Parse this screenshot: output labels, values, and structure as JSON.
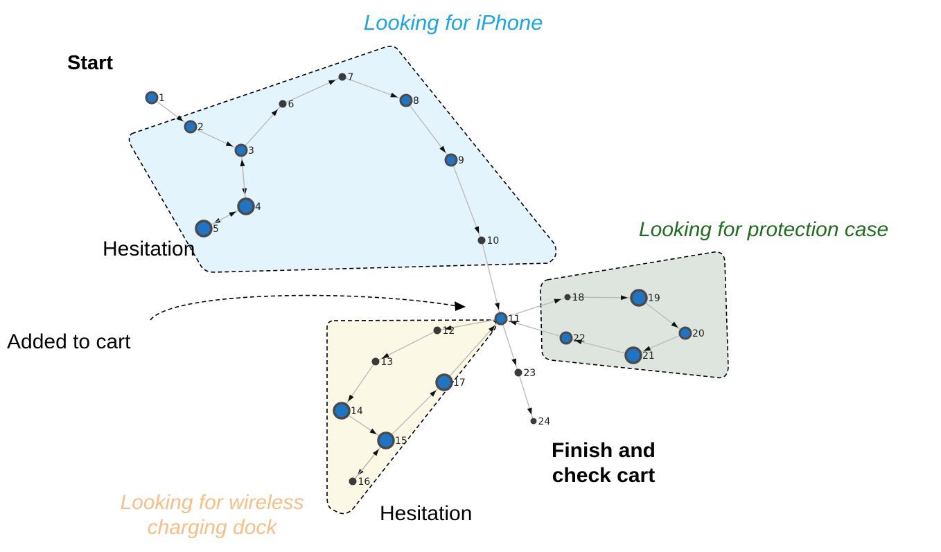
{
  "annotations": {
    "start": "Start",
    "looking_iphone": "Looking for iPhone",
    "looking_case": "Looking for protection case",
    "hesitation_top": "Hesitation",
    "added_to_cart": "Added to cart",
    "finish_check_cart": "Finish and check cart",
    "looking_dock": "Looking for wireless charging dock",
    "hesitation_bottom": "Hesitation"
  },
  "colors": {
    "iphone_region": "#e3f4fc",
    "case_region": "#dde5de",
    "dock_region": "#fbf9e6",
    "node_fill_large": "#1f74c4",
    "node_ring": "#4a4a4a",
    "node_small": "#3a3a3a",
    "edge": "#bbbbbb",
    "arrow": "#111111"
  },
  "nodes": [
    {
      "id": "1",
      "label": "1",
      "size": "medium"
    },
    {
      "id": "2",
      "label": "2",
      "size": "medium"
    },
    {
      "id": "3",
      "label": "3",
      "size": "medium"
    },
    {
      "id": "4",
      "label": "4",
      "size": "large"
    },
    {
      "id": "5",
      "label": "5",
      "size": "large"
    },
    {
      "id": "6",
      "label": "6",
      "size": "small"
    },
    {
      "id": "7",
      "label": "7",
      "size": "small"
    },
    {
      "id": "8",
      "label": "8",
      "size": "medium"
    },
    {
      "id": "9",
      "label": "9",
      "size": "medium"
    },
    {
      "id": "10",
      "label": "10",
      "size": "small"
    },
    {
      "id": "11",
      "label": "11",
      "size": "medium"
    },
    {
      "id": "12",
      "label": "12",
      "size": "small"
    },
    {
      "id": "13",
      "label": "13",
      "size": "small"
    },
    {
      "id": "14",
      "label": "14",
      "size": "large"
    },
    {
      "id": "15",
      "label": "15",
      "size": "large"
    },
    {
      "id": "16",
      "label": "16",
      "size": "small"
    },
    {
      "id": "17",
      "label": "17",
      "size": "large"
    },
    {
      "id": "18",
      "label": "18",
      "size": "tiny"
    },
    {
      "id": "19",
      "label": "19",
      "size": "large"
    },
    {
      "id": "20",
      "label": "20",
      "size": "medium"
    },
    {
      "id": "21",
      "label": "21",
      "size": "large"
    },
    {
      "id": "22",
      "label": "22",
      "size": "medium"
    },
    {
      "id": "23",
      "label": "23",
      "size": "small"
    },
    {
      "id": "24",
      "label": "24",
      "size": "tiny"
    }
  ],
  "edges": [
    [
      "1",
      "2"
    ],
    [
      "2",
      "3"
    ],
    [
      "3",
      "4"
    ],
    [
      "4",
      "5"
    ],
    [
      "5",
      "4"
    ],
    [
      "4",
      "3"
    ],
    [
      "3",
      "6"
    ],
    [
      "6",
      "7"
    ],
    [
      "7",
      "8"
    ],
    [
      "8",
      "9"
    ],
    [
      "9",
      "10"
    ],
    [
      "10",
      "11"
    ],
    [
      "11",
      "12"
    ],
    [
      "12",
      "13"
    ],
    [
      "13",
      "14"
    ],
    [
      "14",
      "15"
    ],
    [
      "15",
      "16"
    ],
    [
      "16",
      "15"
    ],
    [
      "15",
      "17"
    ],
    [
      "17",
      "11"
    ],
    [
      "11",
      "18"
    ],
    [
      "18",
      "19"
    ],
    [
      "19",
      "20"
    ],
    [
      "20",
      "21"
    ],
    [
      "21",
      "22"
    ],
    [
      "22",
      "11"
    ],
    [
      "11",
      "23"
    ],
    [
      "23",
      "24"
    ]
  ]
}
